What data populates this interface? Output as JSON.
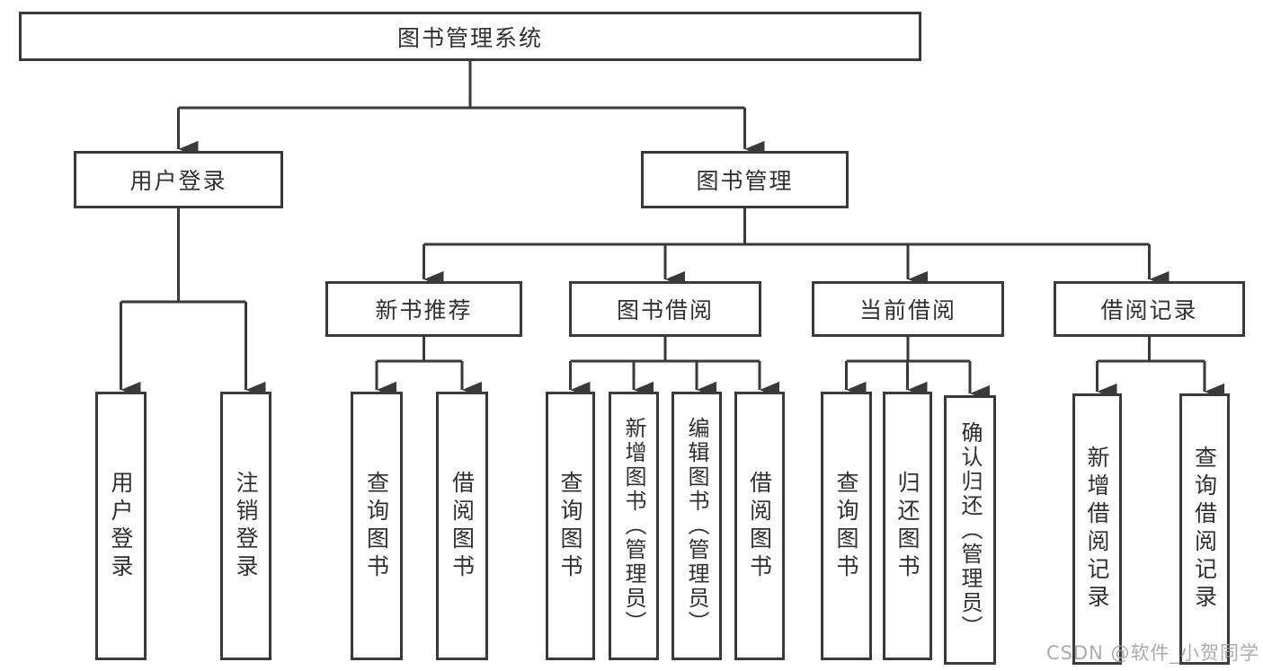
{
  "diagram": {
    "type": "tree",
    "root": {
      "label": "图书管理系统",
      "children": [
        {
          "label": "用户登录",
          "children": [
            {
              "label": "用户登录"
            },
            {
              "label": "注销登录"
            }
          ]
        },
        {
          "label": "图书管理",
          "children": [
            {
              "label": "新书推荐",
              "children": [
                {
                  "label": "查询图书"
                },
                {
                  "label": "借阅图书"
                }
              ]
            },
            {
              "label": "图书借阅",
              "children": [
                {
                  "label": "查询图书"
                },
                {
                  "label": "新增图书（管理员）"
                },
                {
                  "label": "编辑图书（管理员）"
                },
                {
                  "label": "借阅图书"
                }
              ]
            },
            {
              "label": "当前借阅",
              "children": [
                {
                  "label": "查询图书"
                },
                {
                  "label": "归还图书"
                },
                {
                  "label": "确认归还（管理员）"
                }
              ]
            },
            {
              "label": "借阅记录",
              "children": [
                {
                  "label": "新增借阅记录"
                },
                {
                  "label": "查询借阅记录"
                }
              ]
            }
          ]
        }
      ]
    }
  },
  "watermark": {
    "text": "CSDN @软件_小贺同学"
  },
  "colors": {
    "line": "#3a3a3a",
    "box_border": "#3a3a3a",
    "box_fill": "#ffffff",
    "text": "#303030",
    "watermark": "#9e9e9e"
  }
}
